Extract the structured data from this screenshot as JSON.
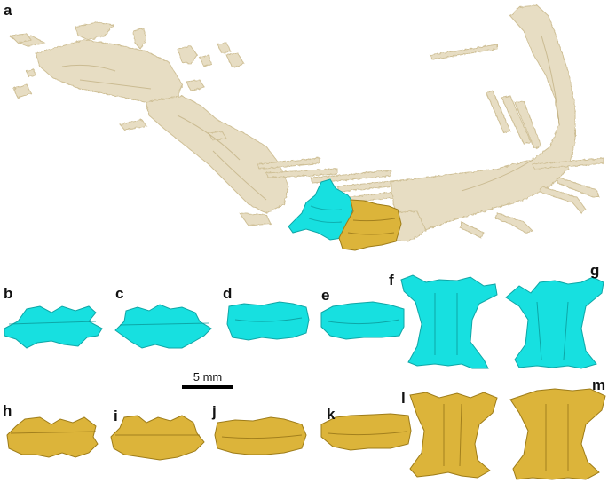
{
  "figure": {
    "panels": [
      {
        "id": "a",
        "label": "a",
        "content": "overall skeleton reconstruction with highlighted vertebrae"
      },
      {
        "id": "b",
        "label": "b",
        "color": "cyan"
      },
      {
        "id": "c",
        "label": "c",
        "color": "cyan"
      },
      {
        "id": "d",
        "label": "d",
        "color": "cyan"
      },
      {
        "id": "e",
        "label": "e",
        "color": "cyan"
      },
      {
        "id": "f",
        "label": "f",
        "color": "cyan"
      },
      {
        "id": "g",
        "label": "g",
        "color": "cyan"
      },
      {
        "id": "h",
        "label": "h",
        "color": "gold"
      },
      {
        "id": "i",
        "label": "i",
        "color": "gold"
      },
      {
        "id": "j",
        "label": "j",
        "color": "gold"
      },
      {
        "id": "k",
        "label": "k",
        "color": "gold"
      },
      {
        "id": "l",
        "label": "l",
        "color": "gold"
      },
      {
        "id": "m",
        "label": "m",
        "color": "gold"
      }
    ],
    "scale_bar": {
      "label": "5 mm"
    },
    "colors": {
      "bone": "#e6dcc0",
      "bone_shadow": "#c9b98e",
      "cyan": "#17e0e0",
      "cyan_shadow": "#0fb4b4",
      "gold": "#dcb43a",
      "gold_shadow": "#a8861e"
    }
  }
}
